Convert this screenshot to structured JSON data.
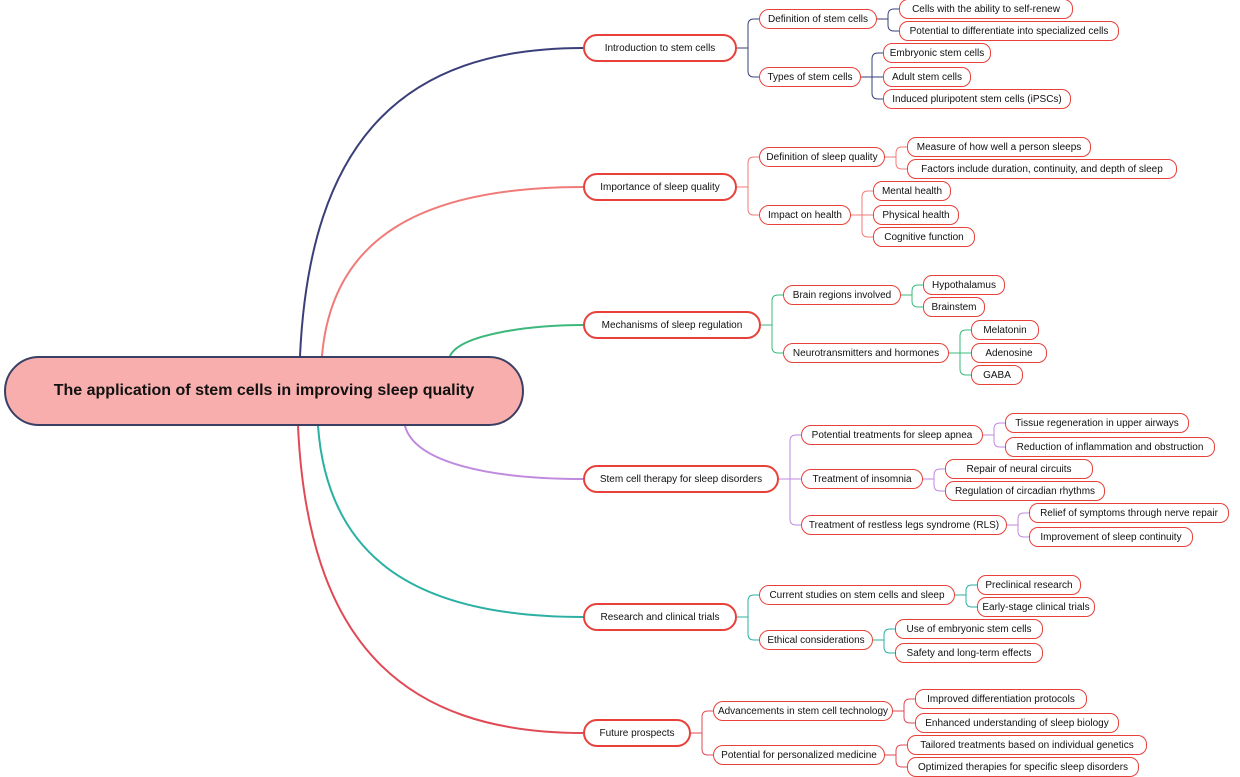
{
  "colors": {
    "node_border": "#e8413a",
    "root_fill": "#f8aeac",
    "root_border": "#3a3f63",
    "branch_colors": [
      "#3a3f7a",
      "#f07b78",
      "#3db87d",
      "#c08adf",
      "#2bb0a3",
      "#e04a55"
    ]
  },
  "mindmap": {
    "root": "The application of stem cells in improving sleep quality",
    "branches": [
      {
        "label": "Introduction to stem cells",
        "children": [
          {
            "label": "Definition of stem cells",
            "children": [
              "Cells with the ability to self-renew",
              "Potential to differentiate into specialized cells"
            ]
          },
          {
            "label": "Types of stem cells",
            "children": [
              "Embryonic stem cells",
              "Adult stem cells",
              "Induced pluripotent stem cells (iPSCs)"
            ]
          }
        ]
      },
      {
        "label": "Importance of sleep quality",
        "children": [
          {
            "label": "Definition of sleep quality",
            "children": [
              "Measure of how well a person sleeps",
              "Factors include duration, continuity, and depth of sleep"
            ]
          },
          {
            "label": "Impact on health",
            "children": [
              "Mental health",
              "Physical health",
              "Cognitive function"
            ]
          }
        ]
      },
      {
        "label": "Mechanisms of sleep regulation",
        "children": [
          {
            "label": "Brain regions involved",
            "children": [
              "Hypothalamus",
              "Brainstem"
            ]
          },
          {
            "label": "Neurotransmitters and hormones",
            "children": [
              "Melatonin",
              "Adenosine",
              "GABA"
            ]
          }
        ]
      },
      {
        "label": "Stem cell therapy for sleep disorders",
        "children": [
          {
            "label": "Potential treatments for sleep apnea",
            "children": [
              "Tissue regeneration in upper airways",
              "Reduction of inflammation and obstruction"
            ]
          },
          {
            "label": "Treatment of insomnia",
            "children": [
              "Repair of neural circuits",
              "Regulation of circadian rhythms"
            ]
          },
          {
            "label": "Treatment of restless legs syndrome (RLS)",
            "children": [
              "Relief of symptoms through nerve repair",
              "Improvement of sleep continuity"
            ]
          }
        ]
      },
      {
        "label": "Research and clinical trials",
        "children": [
          {
            "label": "Current studies on stem cells and sleep",
            "children": [
              "Preclinical research",
              "Early-stage clinical trials"
            ]
          },
          {
            "label": "Ethical considerations",
            "children": [
              "Use of embryonic stem cells",
              "Safety and long-term effects"
            ]
          }
        ]
      },
      {
        "label": "Future prospects",
        "children": [
          {
            "label": "Advancements in stem cell technology",
            "children": [
              "Improved differentiation protocols",
              "Enhanced understanding of sleep biology"
            ]
          },
          {
            "label": "Potential for personalized medicine",
            "children": [
              "Tailored treatments based on individual genetics",
              "Optimized therapies for specific sleep disorders"
            ]
          }
        ]
      }
    ]
  }
}
